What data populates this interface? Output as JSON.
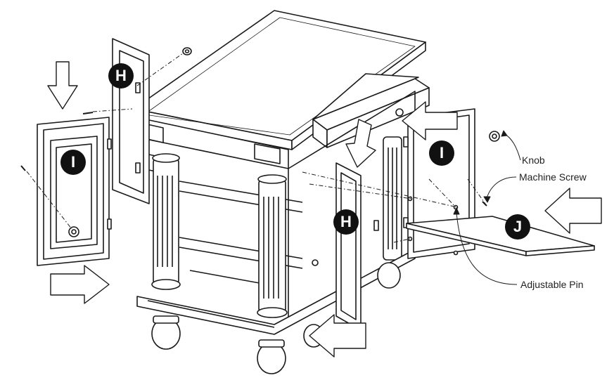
{
  "callouts": {
    "knob": "Knob",
    "machine_screw": "Machine Screw",
    "adjustable_pin": "Adjustable Pin"
  },
  "part_letters": {
    "door_left_top": "H",
    "door_center": "H",
    "door_left_front": "I",
    "door_right": "I",
    "shelf": "J"
  },
  "colors": {
    "line": "#1a1a1a",
    "badge": "#111111",
    "paper": "#ffffff"
  }
}
